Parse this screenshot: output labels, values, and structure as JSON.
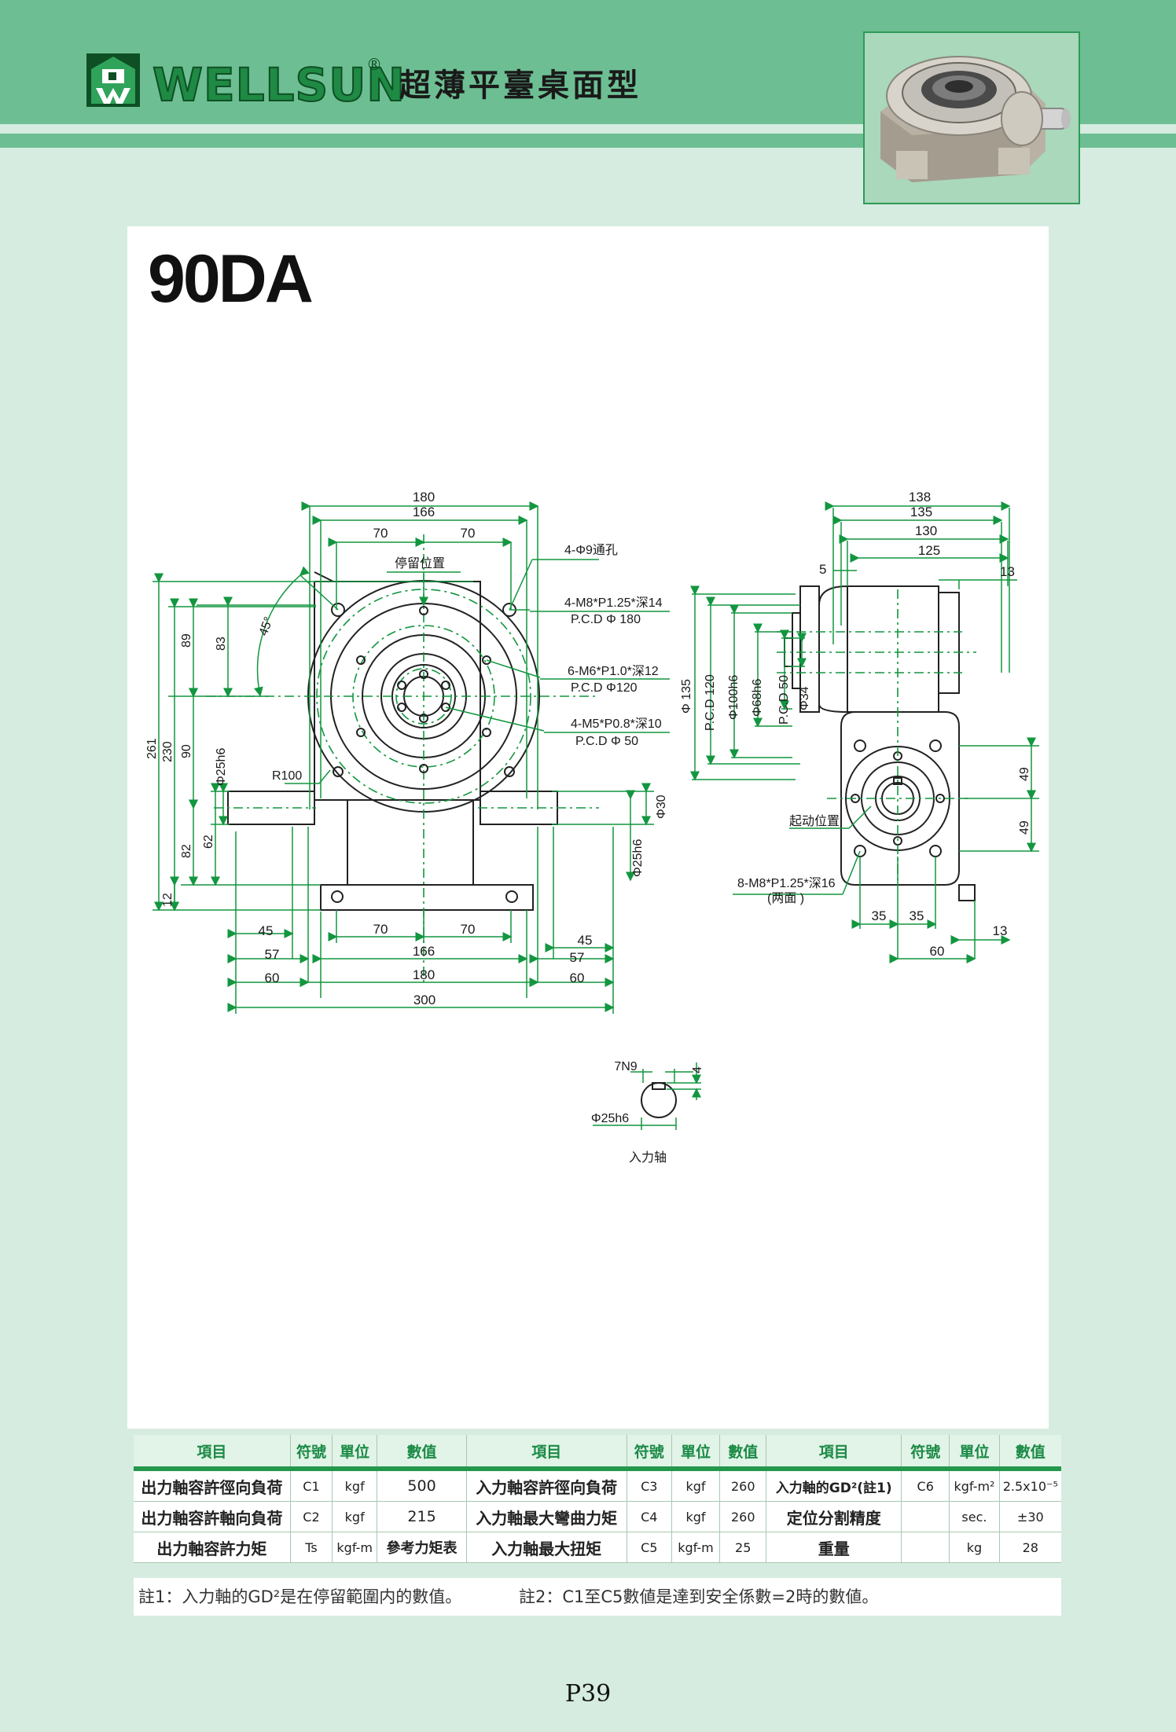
{
  "header": {
    "brand": "WELLSUN",
    "registered_mark": "®",
    "series_title": "超薄平臺桌面型"
  },
  "model": "90DA",
  "drawing": {
    "front": {
      "d180": "180",
      "d166": "166",
      "d70a": "70",
      "d70b": "70",
      "stop_position": "停留位置",
      "angle": "45°",
      "hole_4phi9": "4-Φ9通孔",
      "m8_holes": "4-M8*P1.25*深14",
      "m8_pcd": "P.C.D Φ 180",
      "m6_holes": "6-M6*P1.0*深12",
      "m6_pcd": "P.C.D Φ120",
      "m5_holes": "4-M5*P0.8*深10",
      "m5_pcd": "P.C.D Φ 50",
      "r100": "R100",
      "phi25h6_left": "Φ25h6",
      "phi25h6_right": "Φ25h6",
      "phi30": "Φ30",
      "v261": "261",
      "v230": "230",
      "v89": "89",
      "v83": "83",
      "v90": "90",
      "v82": "82",
      "v62": "62",
      "v12": "12",
      "b45l": "45",
      "b57l": "57",
      "b60l": "60",
      "b70l": "70",
      "b70r": "70",
      "b166": "166",
      "b180": "180",
      "b45r": "45",
      "b57r": "57",
      "b60r": "60",
      "b300": "300"
    },
    "side": {
      "d138": "138",
      "d135": "135",
      "d130": "130",
      "d125": "125",
      "d5": "5",
      "d13t": "13",
      "phi135": "Φ 135",
      "pcd120": "P.C.D 120",
      "phi100h6": "Φ100h6",
      "phi68h6": "Φ68h6",
      "pcd50": "P.C.D 50",
      "phi34": "Φ34",
      "v49a": "49",
      "v49b": "49",
      "start_position": "起动位置",
      "m8_side": "8-M8*P1.25*深16",
      "both_sides": "(两面 )",
      "b35a": "35",
      "b35b": "35",
      "b13": "13",
      "b60": "60"
    },
    "shaft": {
      "keyway": "7N9",
      "depth": "4",
      "diameter": "Φ25h6",
      "caption": "入力轴"
    }
  },
  "spec_table": {
    "headers": [
      "項目",
      "符號",
      "單位",
      "數值",
      "項目",
      "符號",
      "單位",
      "數值",
      "項目",
      "符號",
      "單位",
      "數值"
    ],
    "rows": [
      [
        "出力軸容許徑向負荷",
        "C1",
        "kgf",
        "500",
        "入力軸容許徑向負荷",
        "C3",
        "kgf",
        "260",
        "入力軸的GD²(註1)",
        "C6",
        "kgf-m²",
        "2.5x10⁻⁵"
      ],
      [
        "出力軸容許軸向負荷",
        "C2",
        "kgf",
        "215",
        "入力軸最大彎曲力矩",
        "C4",
        "kgf",
        "260",
        "定位分割精度",
        "",
        "sec.",
        "±30"
      ],
      [
        "出力軸容許力矩",
        "Ts",
        "kgf-m",
        "參考力矩表",
        "入力軸最大扭矩",
        "C5",
        "kgf-m",
        "25",
        "重量",
        "",
        "kg",
        "28"
      ]
    ]
  },
  "notes": {
    "note1": "註1：入力軸的GD²是在停留範圍内的數值。",
    "note2": "註2：C1至C5數値是達到安全係數=2時的數値。"
  },
  "page_number": "P39"
}
